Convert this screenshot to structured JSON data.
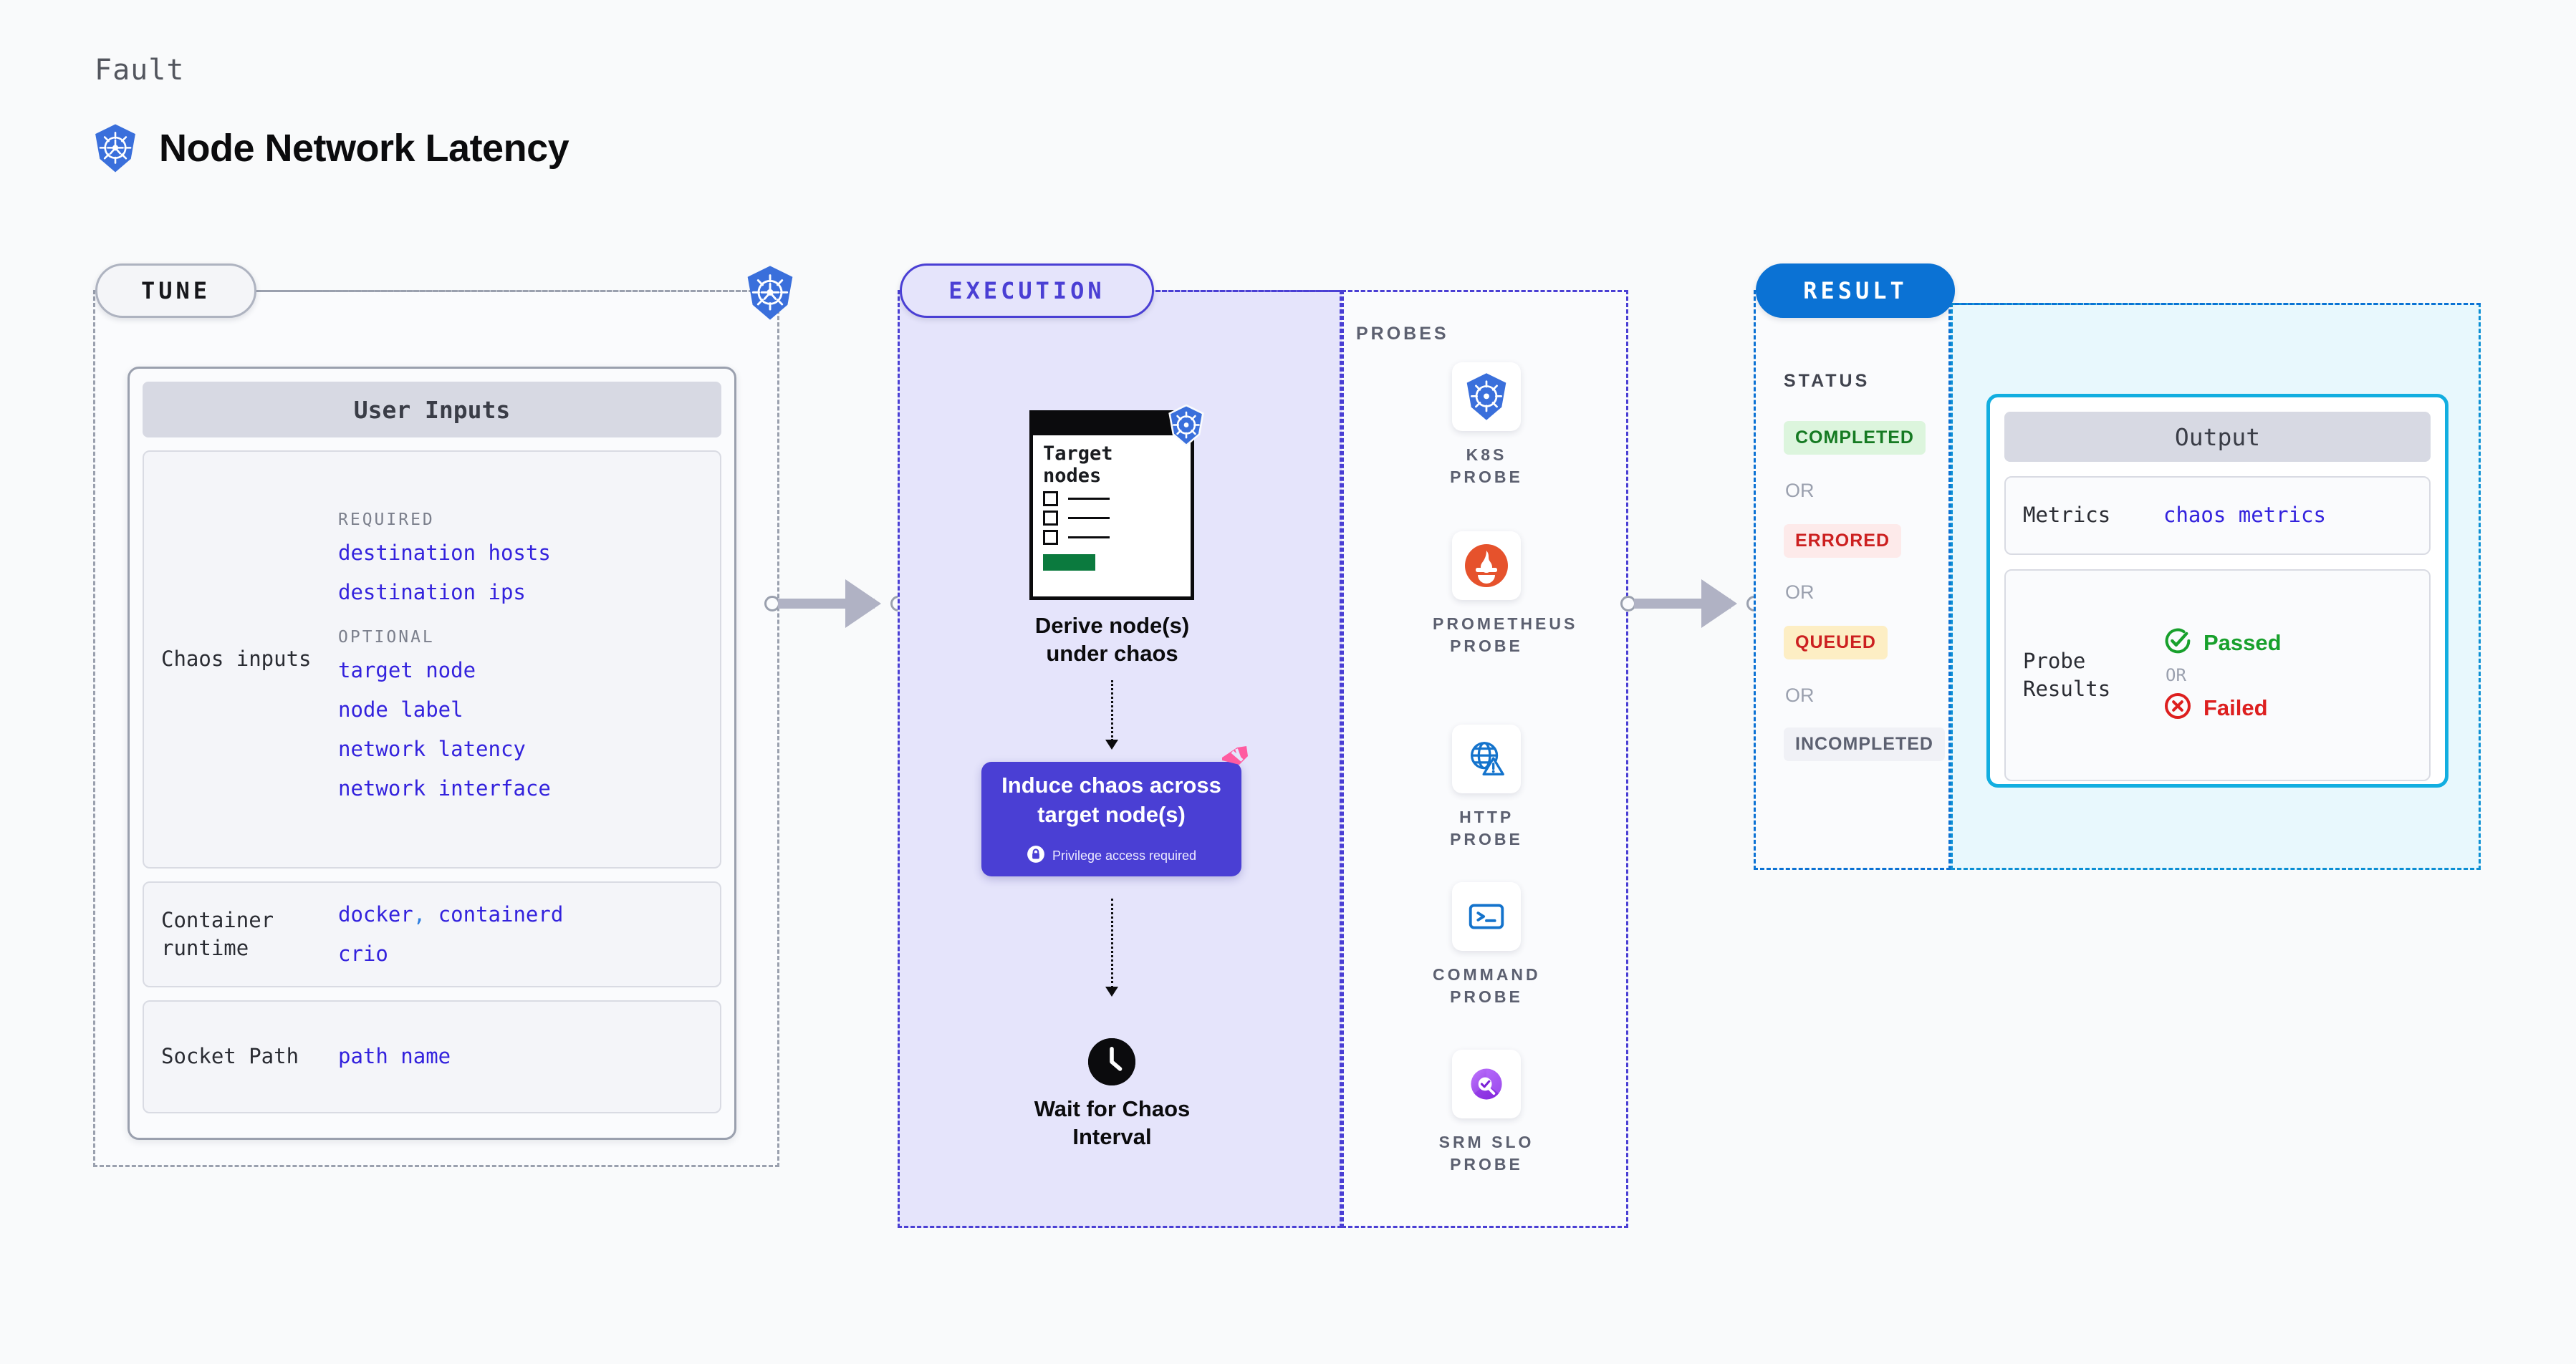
{
  "header": {
    "eyebrow": "Fault",
    "title": "Node Network Latency",
    "logo_icon": "kubernetes-icon"
  },
  "tune": {
    "pill_label": "TUNE",
    "badge_icon": "kubernetes-icon",
    "card_title": "User Inputs",
    "sections": [
      {
        "label": "Chaos inputs",
        "groups": [
          {
            "heading": "REQUIRED",
            "values": [
              "destination hosts",
              "destination ips"
            ]
          },
          {
            "heading": "OPTIONAL",
            "values": [
              "target node",
              "node label",
              "network latency",
              "network interface"
            ]
          }
        ]
      },
      {
        "label": "Container runtime",
        "values_line1": "docker",
        "values_sep": ",",
        "values_line1b": "containerd",
        "values_line2": "crio"
      },
      {
        "label": "Socket Path",
        "value": "path name"
      }
    ]
  },
  "execution": {
    "pill_label": "EXECUTION",
    "node_card": {
      "title_line1": "Target",
      "title_line2": "nodes",
      "badge_icon": "kubernetes-icon",
      "checkbox_count": 3
    },
    "step1_label_line1": "Derive node(s)",
    "step1_label_line2": "under chaos",
    "chaos_box": {
      "title_line1": "Induce chaos across",
      "title_line2": "target node(s)",
      "privilege_text": "Privilege access required",
      "privilege_icon": "lock-icon",
      "corner_icon": "harness-icon",
      "color": "#4a3fd4"
    },
    "step3_icon": "clock-icon",
    "step3_label_line1": "Wait for Chaos",
    "step3_label_line2": "Interval"
  },
  "probes": {
    "section_label": "PROBES",
    "items": [
      {
        "name_line1": "K8S",
        "name_line2": "PROBE",
        "icon": "kubernetes-icon"
      },
      {
        "name_line1": "PROMETHEUS",
        "name_line2": "PROBE",
        "icon": "prometheus-icon"
      },
      {
        "name_line1": "HTTP",
        "name_line2": "PROBE",
        "icon": "http-globe-icon"
      },
      {
        "name_line1": "COMMAND",
        "name_line2": "PROBE",
        "icon": "terminal-icon"
      },
      {
        "name_line1": "SRM SLO",
        "name_line2": "PROBE",
        "icon": "srm-slo-icon"
      }
    ]
  },
  "result": {
    "pill_label": "RESULT",
    "status_label": "STATUS",
    "or_label": "OR",
    "statuses": [
      {
        "label": "COMPLETED",
        "style": "b-completed"
      },
      {
        "label": "ERRORED",
        "style": "b-errored"
      },
      {
        "label": "QUEUED",
        "style": "b-queued"
      },
      {
        "label": "INCOMPLETED",
        "style": "b-incompleted"
      }
    ],
    "output": {
      "title": "Output",
      "metrics_label": "Metrics",
      "metrics_value": "chaos metrics",
      "probe_results_label_line1": "Probe",
      "probe_results_label_line2": "Results",
      "passed_label": "Passed",
      "passed_icon": "check-circle-icon",
      "or_label": "OR",
      "failed_label": "Failed",
      "failed_icon": "x-circle-icon"
    }
  },
  "colors": {
    "accent_indigo": "#4a3fd4",
    "accent_blue": "#0b72d4",
    "accent_cyan": "#12aee0",
    "value_text": "#3322dd",
    "pass_green": "#18a02c",
    "fail_red": "#dd1f1f",
    "harness_pink": "#ff62a5"
  }
}
